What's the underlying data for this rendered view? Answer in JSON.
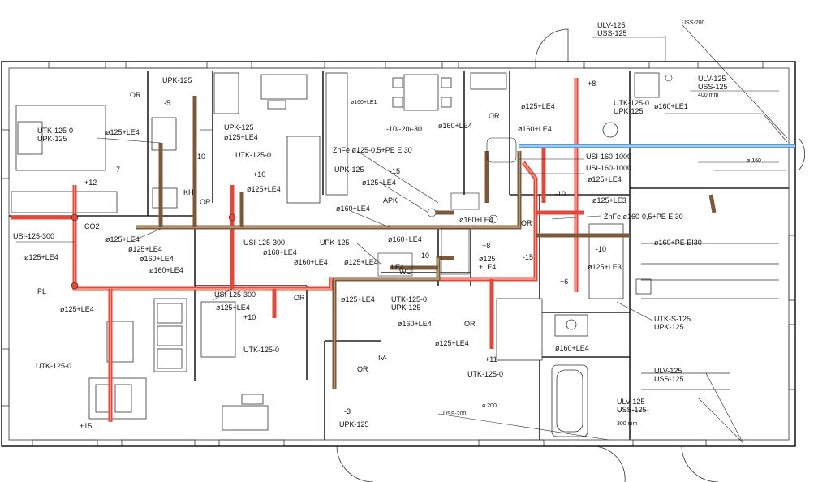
{
  "colors": {
    "supply_duct": "#e04a3a",
    "exhaust_duct": "#7b5a3c",
    "outdoor_duct": "#5a9bd6",
    "walls": "#222222"
  },
  "labels": {
    "uss200_top": "USS-200",
    "ulv125_top": "ULV-125",
    "uss125_top": "USS-125",
    "ulv125_r": "ULV-125",
    "uss125_r": "USS-125",
    "mm400": "400 mm",
    "upk125_top": "UPK-125",
    "or_1": "OR",
    "m5": "-5",
    "utk125_0_a": "UTK-125-0",
    "upk125_a": "UPK-125",
    "d125le4_a": "ø125+LE4",
    "upk125_b": "UPK-125",
    "d125le4_b": "ø125+LE4",
    "m10_a": "-10",
    "utk125_0_b": "UTK-125-0",
    "m7": "-7",
    "p12": "+12",
    "p10_a": "+10",
    "d125le4_c": "ø125+LE4",
    "kh": "KH",
    "or_2": "OR",
    "co2": "CO2",
    "usi125_300_a": "USI-125-300",
    "d125le4_d": "ø125+LE4",
    "d125le4_e": "ø125+LE4",
    "d160le4_a": "ø160+LE4",
    "d125le4_f": "ø125+LE4",
    "d160le4_b": "ø160+LE4",
    "pl": "PL",
    "d125le4_g": "ø125+LE4",
    "usi125_300_b": "USI-125-300",
    "d160le4_c": "ø160+LE4",
    "d160le4_d": "ø160+LE4",
    "usi125_300_c": "USI-125-300",
    "d125le4_h": "ø125+LE4",
    "or_3": "OR",
    "p10_b": "+10",
    "utk125_0_c": "UTK-125-0",
    "d160le1_a": "ø160+LE1",
    "m10_20_30": "-10/-20/-30",
    "d160le4_e": "ø160+LE4",
    "znfe_a": "ZnFe  ø125-0,5+PE EI30",
    "upk125_c": "UPK-125",
    "m15_a": "-15",
    "d125le4_i": "ø125+LE4",
    "apk": "APK",
    "d160le4_f": "ø160+LE4",
    "d160le4_g": "ø160+LE4",
    "upk125_d": "UPK-125",
    "d125le4_j": "ø125+LE4",
    "wc": "WC",
    "le4_a": "LE4",
    "m10_b": "-10",
    "p8": "+8",
    "d125_a": "ø125",
    "le4_b": "+LE4",
    "m15_b": "-15",
    "d125le4_k": "ø125+LE4",
    "utk125_0_d": "UTK-125-0",
    "upk125_e": "UPK-125",
    "d160le4_h": "ø160+LE4",
    "or_4": "OR",
    "d125le4_l": "ø125+LE4",
    "p11": "+11",
    "utk125_0_e": "UTK-125-0",
    "iv": "IV-",
    "or_5": "OR",
    "m3": "-3",
    "upk125_f": "UPK-125",
    "d200": "ø 200",
    "uss200_b": "USS-200",
    "p8_b": "+8",
    "d125le4_m": "ø125+LE4",
    "d160le4_i": "ø160+LE4",
    "utk125_0_f": "UTK-125-0",
    "upk125_g": "UPK-125",
    "or_6": "OR",
    "usi160_1000_a": "USI-160-1000",
    "usi160_1000_b": "USI-160-1000",
    "d125le4_n": "ø125+LE4",
    "m10_c": "-10",
    "d125le3": "ø125+LE3",
    "znfe_b": "ZnFe  ø160-0,5+PE EI30",
    "or_7": "OR",
    "d160pe": "ø160+PE EI30",
    "m10_d": "-10",
    "d125le3_b": "ø125+LE3",
    "p6": "+6",
    "utk_s_125": "UTK-S-125",
    "upk125_h": "UPK-125",
    "d160le4_j": "ø160+LE4",
    "d160le1_b": "ø160+LE1",
    "d160_r": "ø 160",
    "ulv125_b": "ULV-125",
    "uss125_b": "USS-125",
    "ulv125_c": "ULV-125",
    "uss125_c": "USS-125",
    "mm300": "300 mm",
    "utk125_0_g": "UTK-125-0",
    "p15": "+15"
  }
}
